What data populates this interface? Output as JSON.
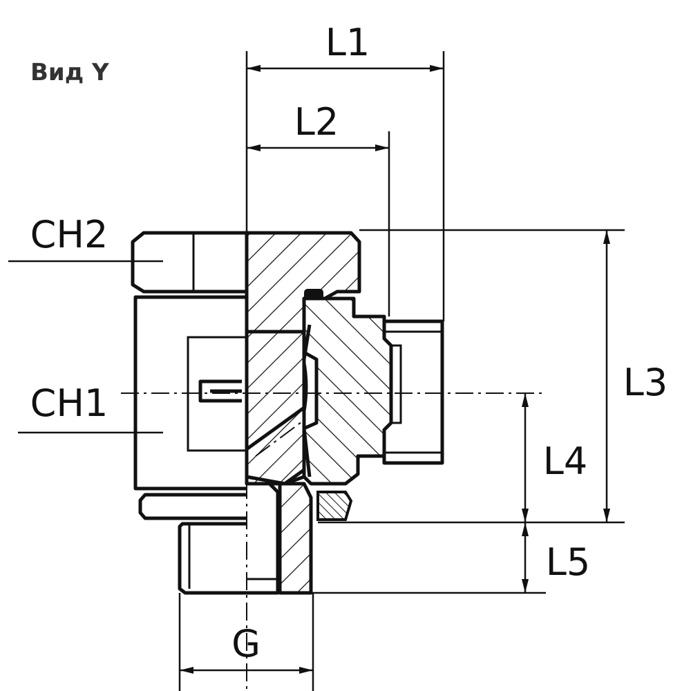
{
  "view_title": "Вид Y",
  "labels": {
    "L1": "L1",
    "L2": "L2",
    "L3": "L3",
    "L4": "L4",
    "L5": "L5",
    "CH1": "CH1",
    "CH2": "CH2",
    "G": "G"
  },
  "colors": {
    "line": "#111111",
    "background": "#ffffff"
  }
}
